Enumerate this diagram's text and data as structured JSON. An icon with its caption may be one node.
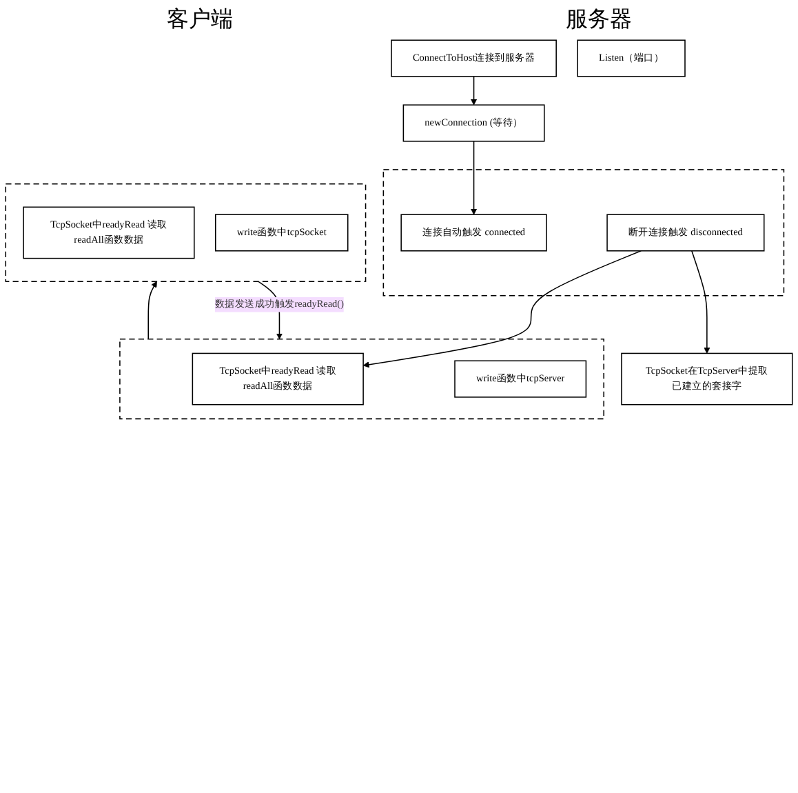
{
  "diagram": {
    "nodes": [
      {
        "text": [
          "ConnectToHost连接到服务器"
        ]
      },
      {
        "text": [
          "Listen（端口）"
        ]
      },
      {
        "text": [],
        "shape": "box"
      },
      {
        "text": [
          "连接自动触发 connected"
        ],
        "in": 2
      },
      {
        "text": [
          "断开连接触发 disconnected"
        ],
        "in": 2
      },
      {
        "text": [
          "newConnection (等待）"
        ]
      },
      {
        "text": [
          "TcpSocket在TcpServer中提取已建立的套接字"
        ]
      },
      {
        "text": [],
        "shape": "box"
      },
      {
        "text": [
          "TcpSocket中readyRead 读取readAll函数数据"
        ],
        "in": 7
      },
      {
        "text": [
          "write函数中tcpServer"
        ],
        "in": 7
      },
      {
        "text": [],
        "shape": "box"
      },
      {
        "text": [
          "TcpSocket中readyRead 读取readAll函数数据"
        ],
        "in": 10
      },
      {
        "text": [
          "write函数中tcpSocket"
        ],
        "in": 10
      }
    ],
    "edges": [
      {
        "from": 0,
        "to": 5,
        "arrow": "to"
      },
      {
        "from": 5,
        "to": 3,
        "arrow": "to"
      },
      {
        "from": 4,
        "to": 6,
        "arrow": "to"
      },
      {
        "from": 4,
        "to": 8,
        "arrow": "to"
      },
      {
        "from": 7,
        "to": 10,
        "arrow": "to"
      },
      {
        "from": 10,
        "to": 7,
        "arrow": "to",
        "label": "数据发送成功触发readyRead()"
      }
    ],
    "labels": [
      "客户端",
      "服务器"
    ]
  }
}
